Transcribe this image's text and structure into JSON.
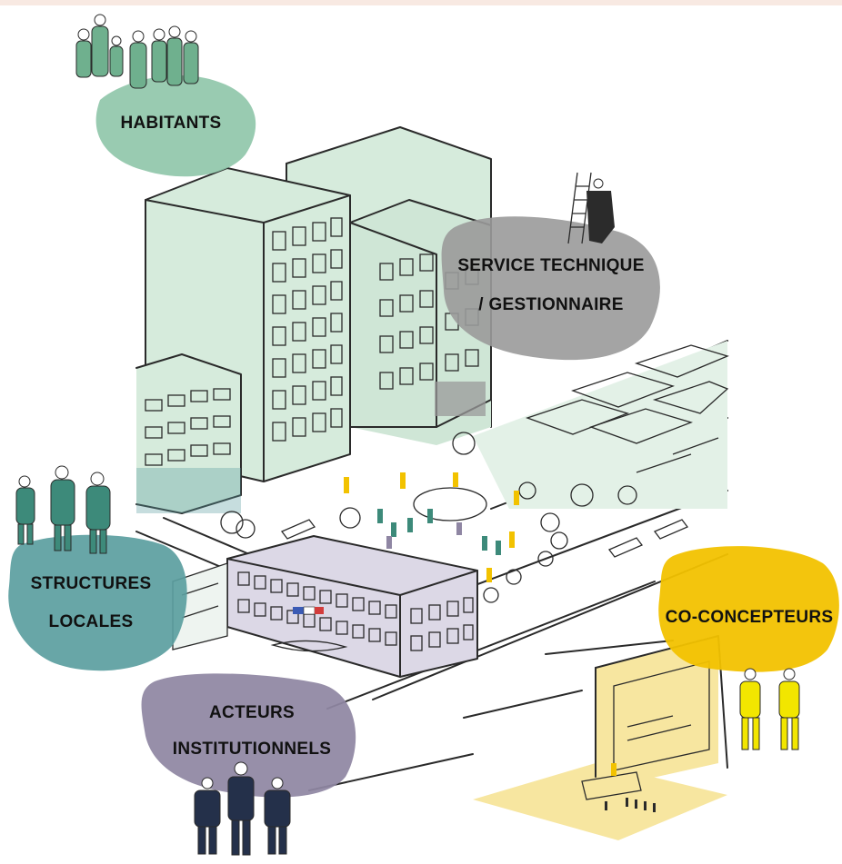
{
  "labels": {
    "habitants": "HABITANTS",
    "service_line1": "SERVICE TECHNIQUE",
    "service_line2": "/ GESTIONNAIRE",
    "structures_line1": "STRUCTURES",
    "structures_line2": "LOCALES",
    "acteurs_line1": "ACTEURS",
    "acteurs_line2": "INSTITUTIONNELS",
    "coconcepteurs": "CO-CONCEPTEURS"
  },
  "colors": {
    "habitants": "#8ec5a8",
    "service": "#9a9a9a",
    "structures": "#5b9ea0",
    "acteurs": "#8f86a3",
    "coconcepteurs": "#f2c200",
    "building_fill": "#d6ebdc",
    "townhall_fill": "#dcd8e6",
    "studio_fill": "#f7e6a0",
    "top_band": "#f8e9e2"
  }
}
